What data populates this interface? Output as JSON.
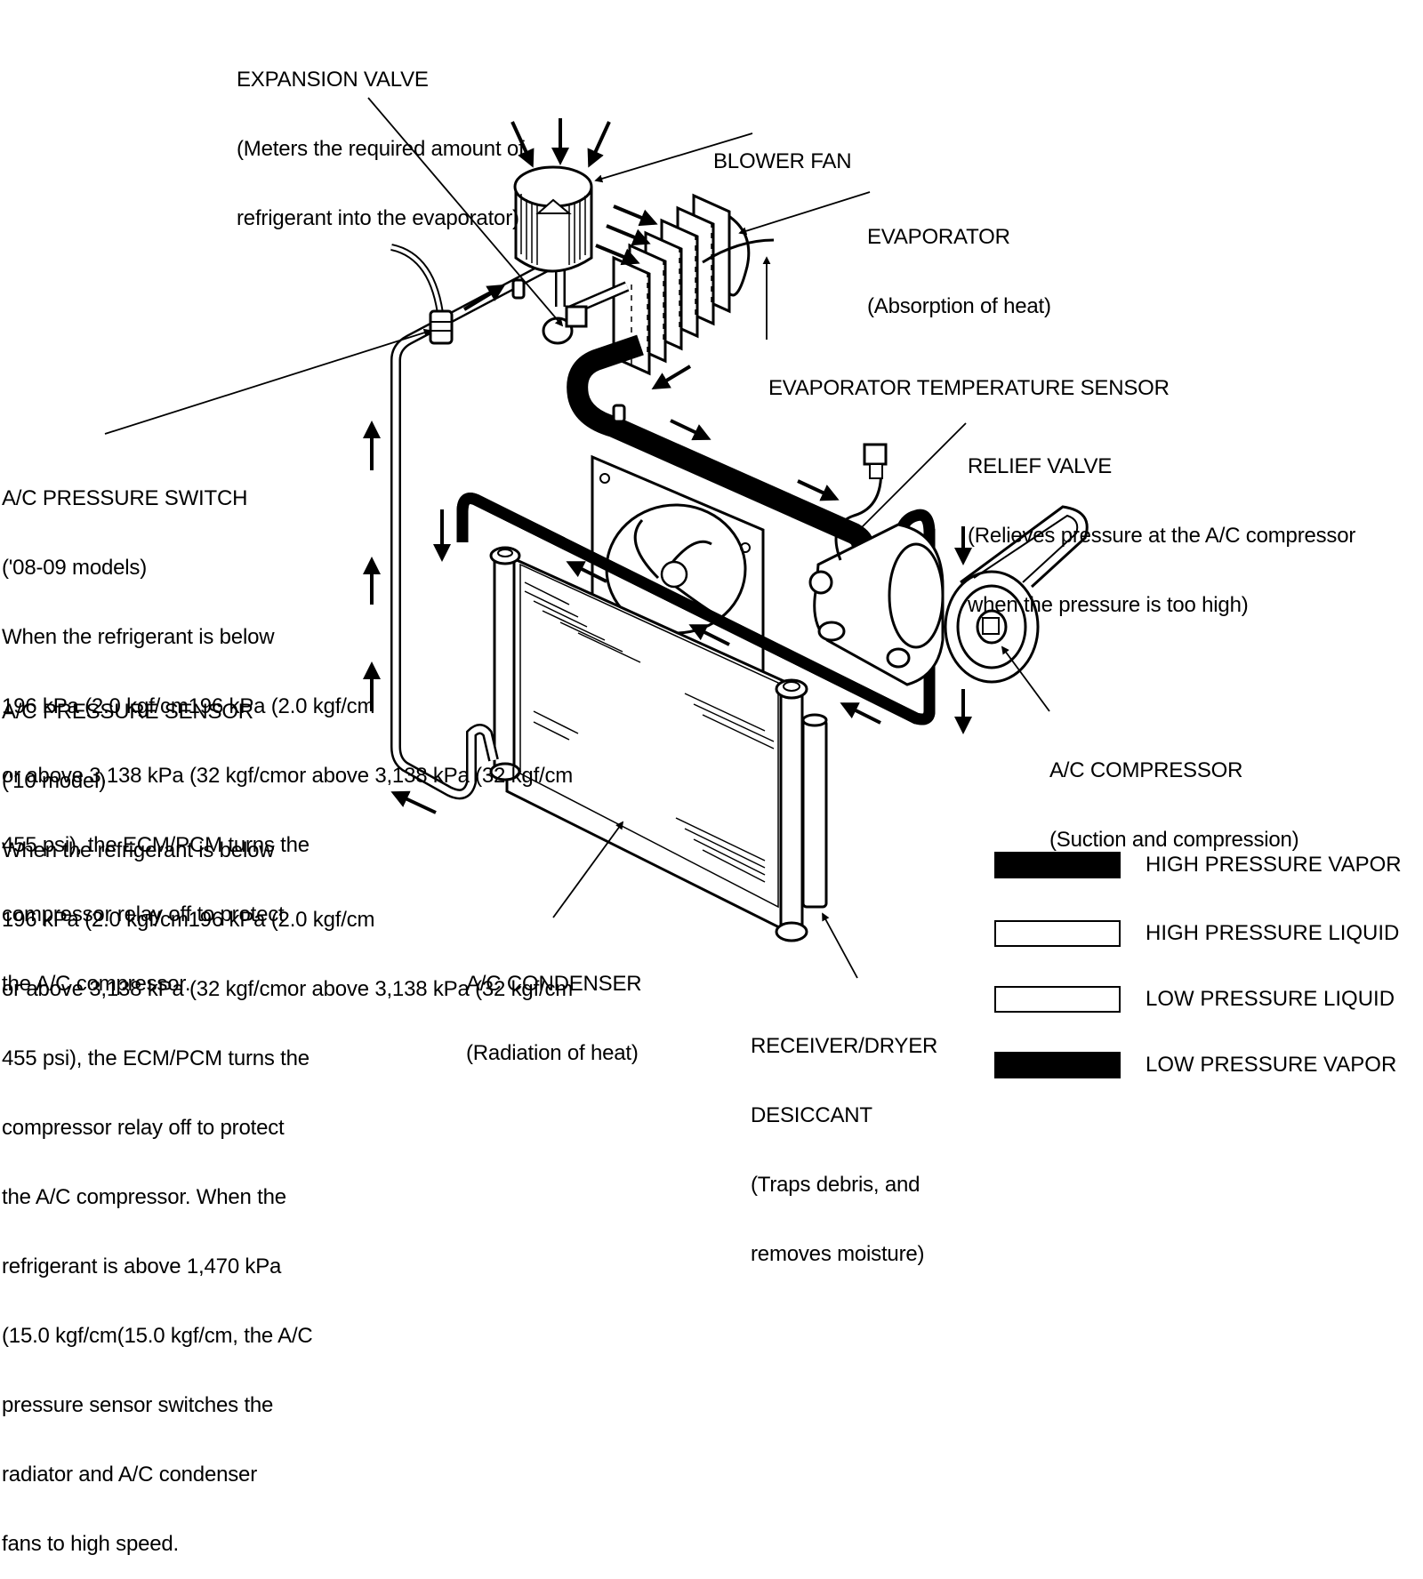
{
  "labels": {
    "expansion_valve": [
      "EXPANSION VALVE",
      "(Meters the required amount of",
      "refrigerant into the evaporator)"
    ],
    "blower_fan": [
      "BLOWER FAN"
    ],
    "evaporator": [
      "EVAPORATOR",
      "(Absorption of heat)"
    ],
    "evap_temp_sensor": [
      "EVAPORATOR TEMPERATURE SENSOR"
    ],
    "relief_valve": [
      "RELIEF VALVE",
      "(Relieves pressure at the A/C compressor",
      "when the pressure is too high)"
    ],
    "pressure_switch": [
      "A/C PRESSURE SWITCH",
      "('08-09 models)",
      "When the refrigerant is below",
      "196 kPa (2.0 kgf/cm196 kPa (2.0 kgf/cm",
      "or above 3,138 kPa (32 kgf/cmor above 3,138 kPa (32 kgf/cm",
      "455 psi), the ECM/PCM turns the",
      "compressor relay off to protect",
      "the A/C compressor."
    ],
    "pressure_sensor": [
      "A/C PRESSURE SENSOR",
      "('10 model)",
      "When the refrigerant is below",
      "196 kPa (2.0 kgf/cm196 kPa (2.0 kgf/cm",
      "or above 3,138 kPa (32 kgf/cmor above 3,138 kPa (32 kgf/cm",
      "455 psi), the ECM/PCM turns the",
      "compressor relay off to protect",
      "the A/C compressor. When the",
      "refrigerant is above 1,470 kPa",
      "(15.0 kgf/cm(15.0 kgf/cm, the A/C",
      "pressure sensor switches the",
      "radiator and A/C condenser",
      "fans to high speed."
    ],
    "compressor": [
      "A/C COMPRESSOR",
      "(Suction and compression)"
    ],
    "condenser": [
      "A/C CONDENSER",
      "(Radiation of heat)"
    ],
    "receiver_dryer": [
      "RECEIVER/DRYER",
      "DESICCANT",
      "(Traps debris, and",
      "removes moisture)"
    ]
  },
  "legend": [
    {
      "label": "HIGH PRESSURE VAPOR",
      "fill": "#000000"
    },
    {
      "label": "HIGH PRESSURE LIQUID",
      "fill": "#ffffff"
    },
    {
      "label": "LOW PRESSURE LIQUID",
      "fill": "#ffffff"
    },
    {
      "label": "LOW PRESSURE VAPOR",
      "fill": "#000000"
    }
  ]
}
